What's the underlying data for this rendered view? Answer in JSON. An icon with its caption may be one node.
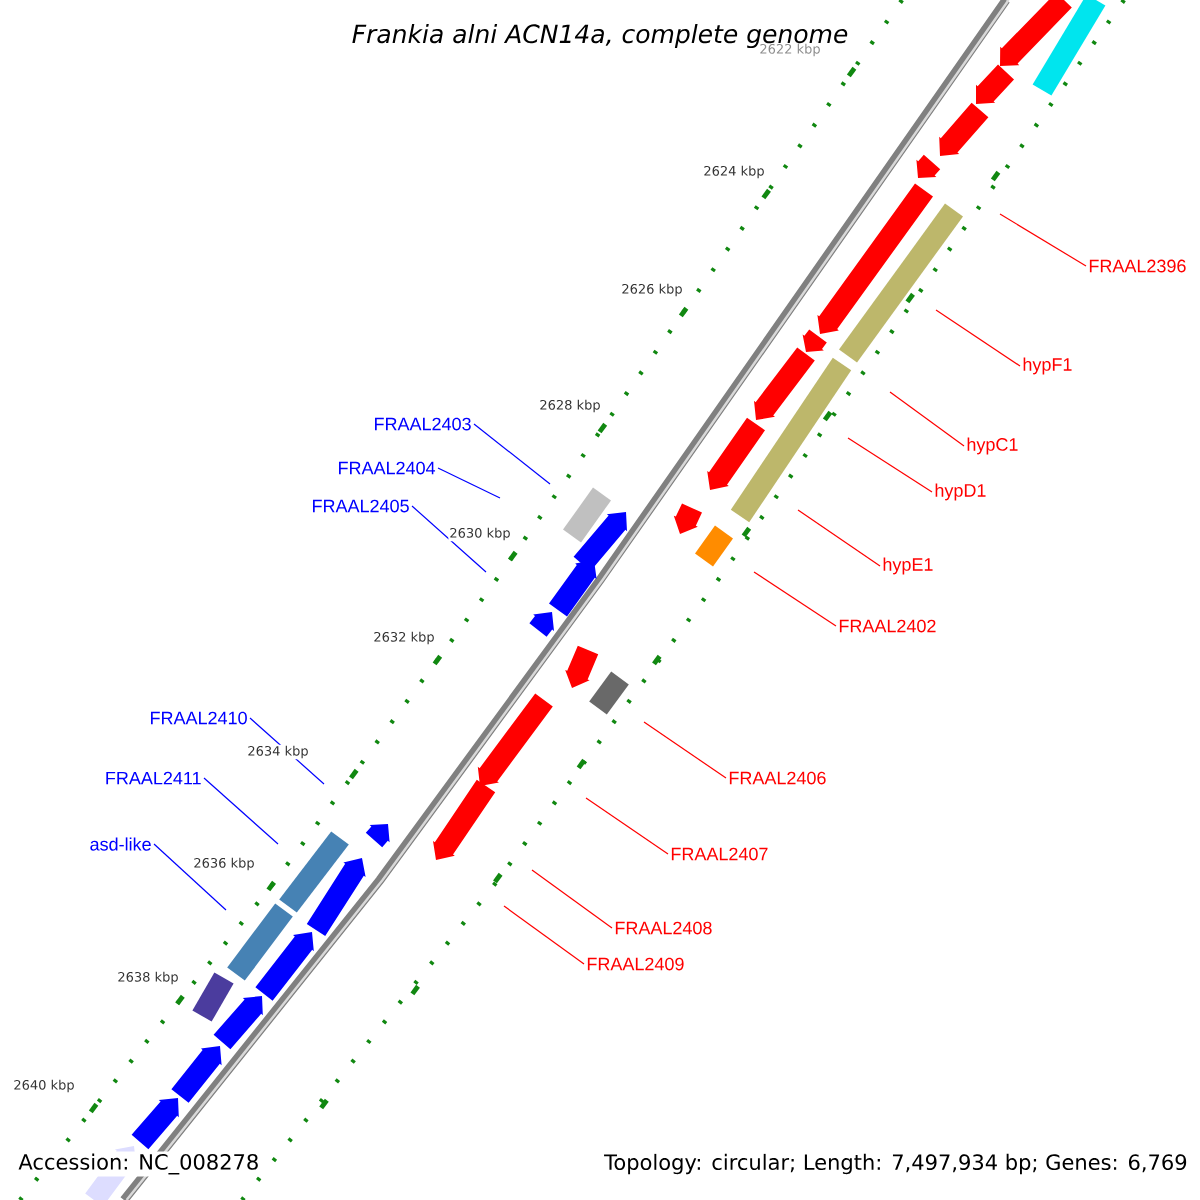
{
  "diagram": {
    "title": "Frankia alni ACN14a, complete genome",
    "nodes": [
      {
        "text": [
          "FRAAL2396"
        ]
      },
      {
        "text": [
          "hypF1"
        ]
      },
      {
        "text": [
          "FRAAL2403"
        ]
      },
      {
        "text": [
          "hypC1"
        ]
      },
      {
        "text": [
          "FRAAL2404"
        ]
      },
      {
        "text": [
          "hypD1"
        ]
      },
      {
        "text": [
          "FRAAL2405"
        ]
      },
      {
        "text": [
          "hypE1"
        ]
      },
      {
        "text": [
          "FRAAL2402"
        ]
      },
      {
        "text": [
          "FRAAL2410"
        ]
      },
      {
        "text": [
          "FRAAL2406"
        ]
      },
      {
        "text": [
          "FRAAL2411"
        ]
      },
      {
        "text": [
          "FRAAL2407"
        ]
      },
      {
        "text": [
          "asd-like"
        ]
      },
      {
        "text": [
          "FRAAL2408"
        ]
      },
      {
        "text": [
          "FRAAL2409"
        ]
      }
    ],
    "edges": [
      {
        "from": 0,
        "to": null,
        "arrow": "none"
      },
      {
        "from": 1,
        "to": null,
        "arrow": "none"
      },
      {
        "from": 2,
        "to": null,
        "arrow": "none",
        "color": "#0000ff"
      },
      {
        "from": 3,
        "to": null,
        "arrow": "none"
      },
      {
        "from": 4,
        "to": null,
        "arrow": "none",
        "color": "#0000ff"
      },
      {
        "from": 5,
        "to": null,
        "arrow": "none"
      },
      {
        "from": 6,
        "to": null,
        "arrow": "none",
        "color": "#0000ff"
      },
      {
        "from": 7,
        "to": null,
        "arrow": "none"
      },
      {
        "from": 8,
        "to": null,
        "arrow": "none"
      },
      {
        "from": 9,
        "to": null,
        "arrow": "none",
        "color": "#0000ff"
      },
      {
        "from": 10,
        "to": null,
        "arrow": "none"
      },
      {
        "from": 11,
        "to": null,
        "arrow": "none",
        "color": "#0000ff"
      },
      {
        "from": 12,
        "to": null,
        "arrow": "none"
      },
      {
        "from": 13,
        "to": null,
        "arrow": "none",
        "color": "#0000ff"
      },
      {
        "from": 14,
        "to": null,
        "arrow": "none"
      },
      {
        "from": 15,
        "to": null,
        "arrow": "none"
      }
    ],
    "labels": [
      "2622 kbp",
      "2624 kbp",
      "2626 kbp",
      "2628 kbp",
      "2630 kbp",
      "2632 kbp",
      "2634 kbp",
      "2636 kbp",
      "2638 kbp",
      "2640 kbp",
      "Accession: NC_008278",
      "Topology: circular; Length: 7,497,934 bp; Genes: 6,769"
    ]
  }
}
